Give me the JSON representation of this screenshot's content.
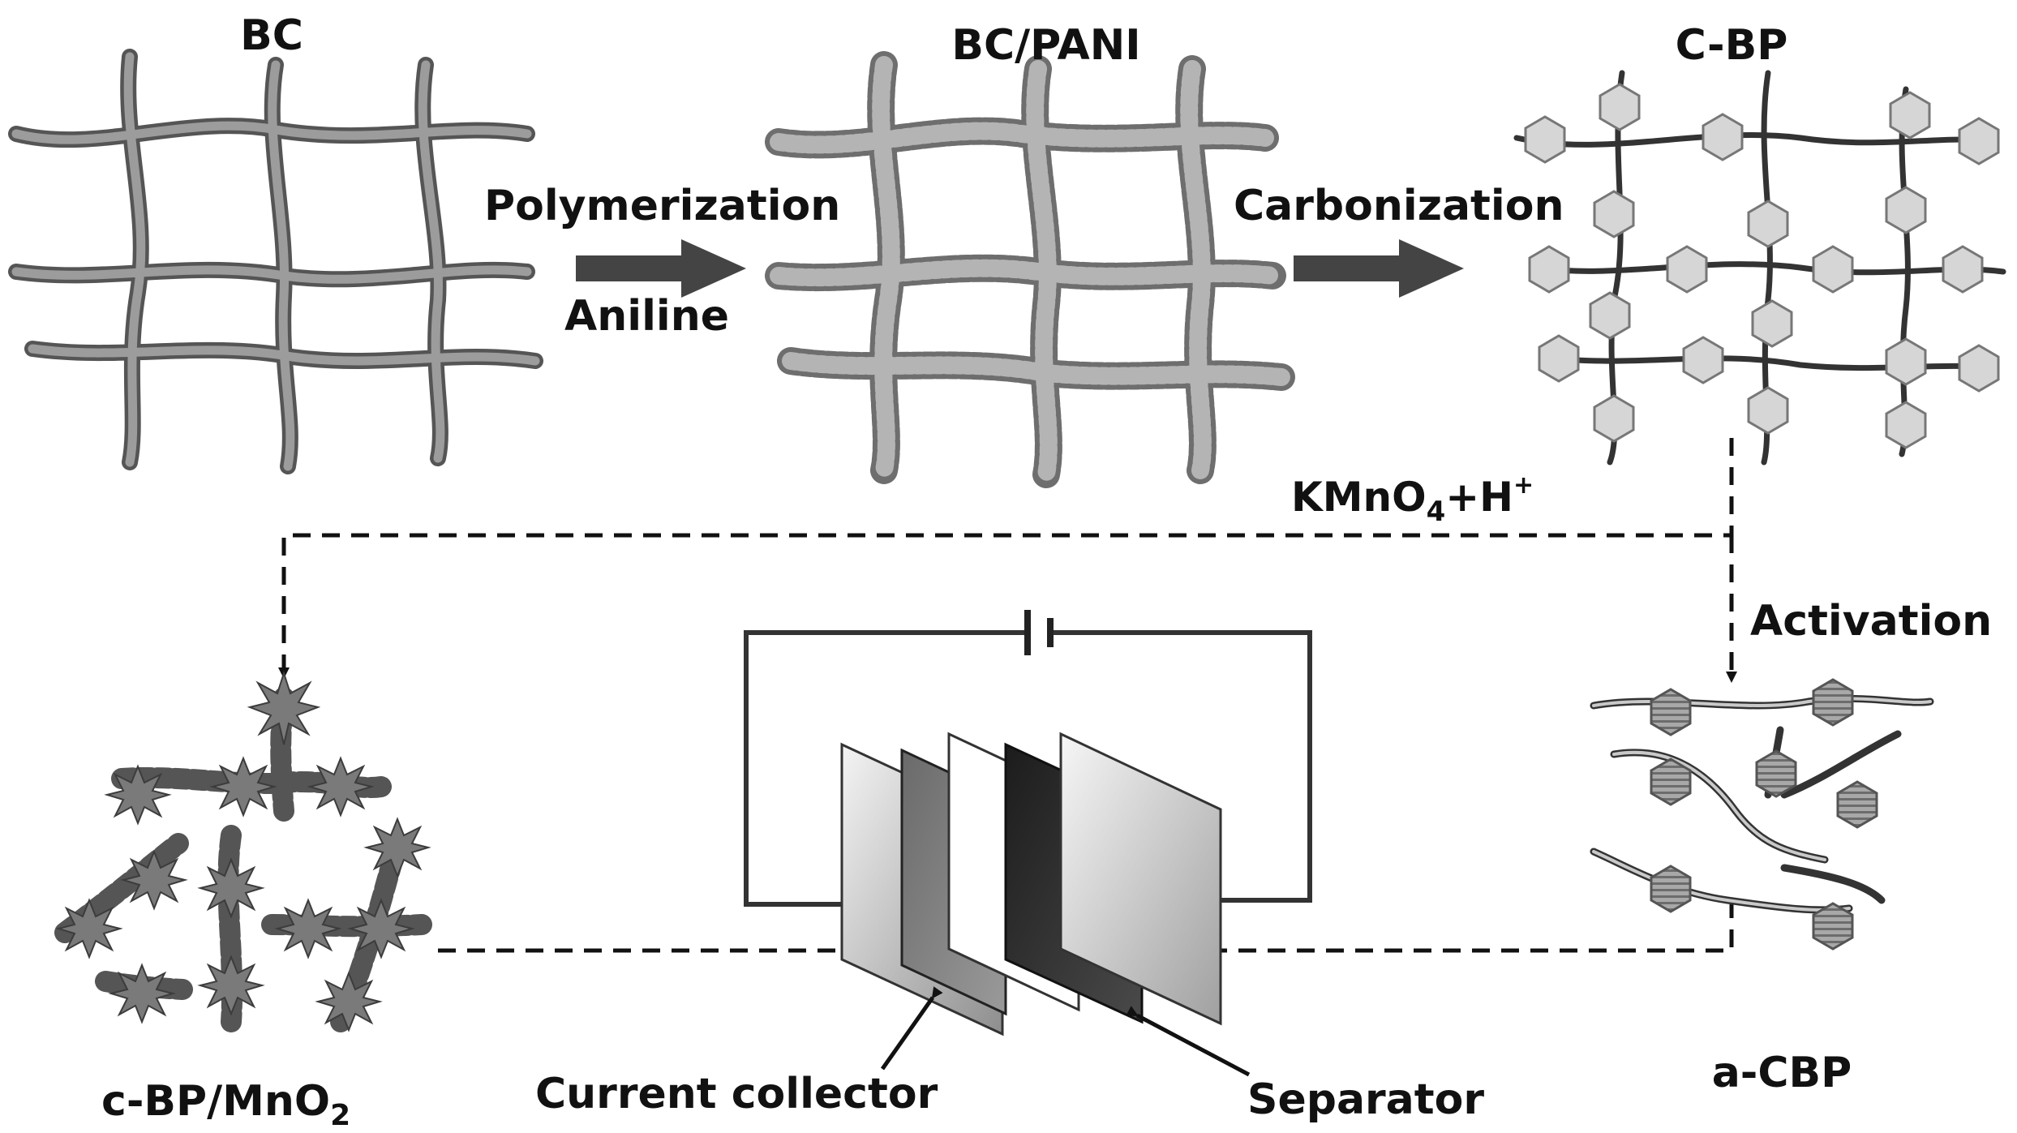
{
  "stages": {
    "bc": "BC",
    "bc_pani": "BC/PANI",
    "c_bp": "C-BP",
    "a_cbp": "a-CBP",
    "c_bp_mno2": {
      "main": "c-BP/MnO",
      "sub": "2"
    }
  },
  "steps": {
    "polymerization": "Polymerization",
    "aniline": "Aniline",
    "carbonization": "Carbonization",
    "activation": "Activation",
    "kmno4": {
      "a": "KMnO",
      "sub": "4",
      "b": "+H",
      "sup": "+"
    }
  },
  "device": {
    "current_collector": "Current collector",
    "separator": "Separator"
  },
  "colors": {
    "fiber": "#8a8a8a",
    "pani_coat": "#9a9a9a",
    "hexagon": "#d6d6d6",
    "mno2": "#777777",
    "arrow": "#444444",
    "ink": "#111111"
  }
}
